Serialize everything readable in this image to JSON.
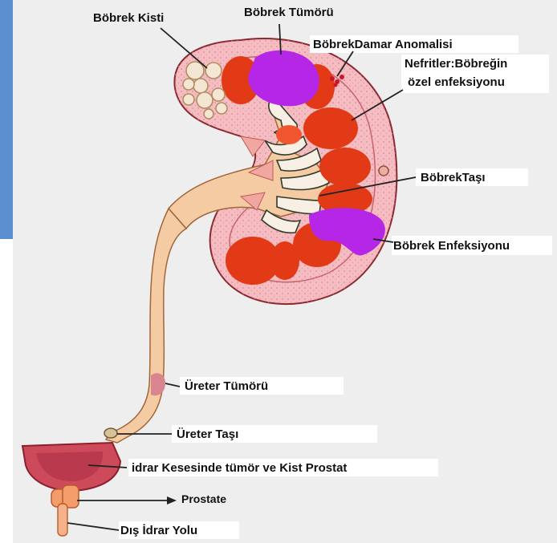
{
  "labels": {
    "kidney_cyst": "Böbrek Kisti",
    "kidney_tumor": "Böbrek Tümörü",
    "vascular_anomaly": "BöbrekDamar Anomalisi",
    "nephritis_line1": "Nefritler:Böbreğin",
    "nephritis_line2": "özel enfeksiyonu",
    "kidney_stone": "BöbrekTaşı",
    "kidney_infection": "Böbrek Enfeksiyonu",
    "ureter_tumor": "Üreter Tümörü",
    "ureter_stone": "Üreter Taşı",
    "bladder": "idrar Kesesinde tümör ve Kist Prostat",
    "prostate": "Prostate",
    "urethra": "Dış İdrar Yolu"
  },
  "colors": {
    "background_panel": "#5b8fd0",
    "paper": "#efeeee",
    "cortex": "#f4b8bd",
    "lesion": "#e23a16",
    "tumor": "#b626e6",
    "pelvis": "#f5c9a0"
  }
}
